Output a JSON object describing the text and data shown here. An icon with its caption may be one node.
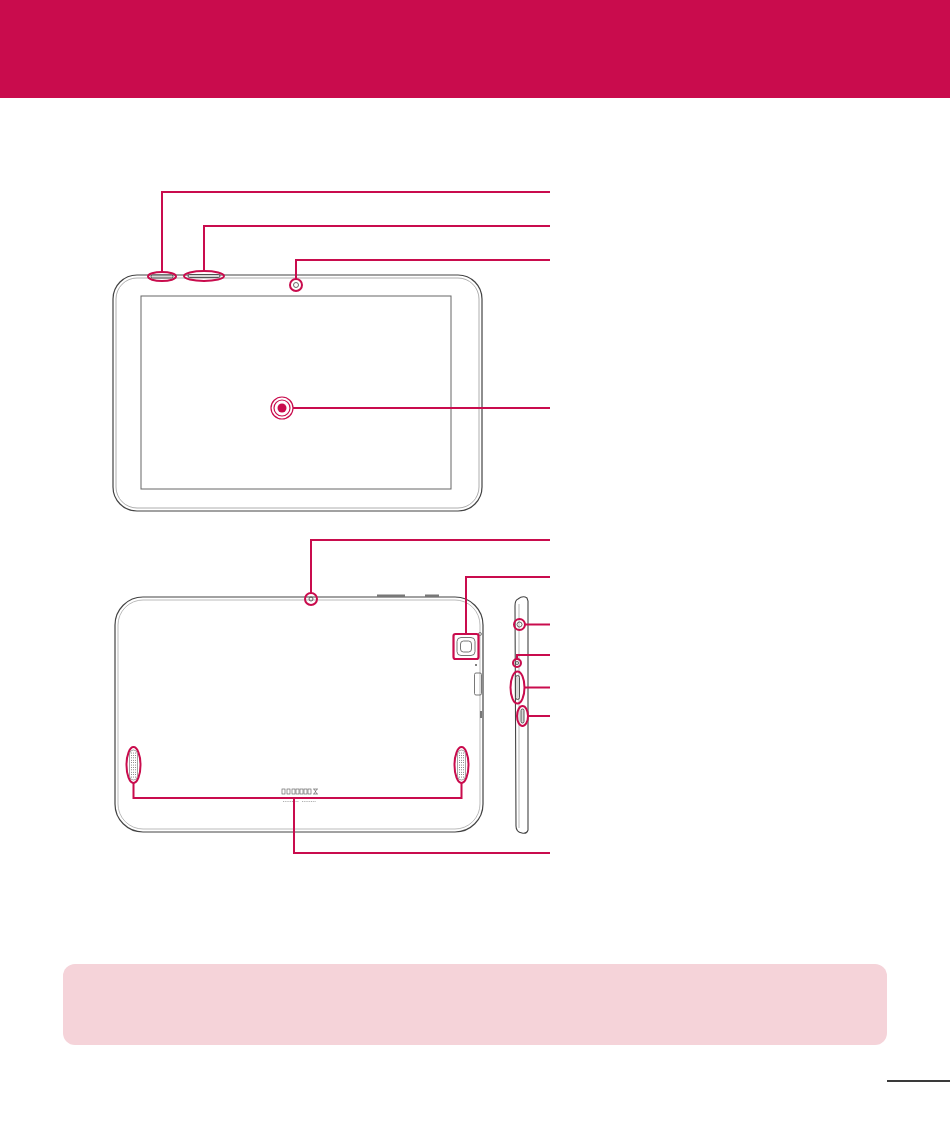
{
  "diagram": {
    "nodes": [
      {
        "text": [],
        "shape": "bar"
      },
      {
        "text": [],
        "shape": "bar"
      },
      {
        "text": [],
        "shape": "circle"
      },
      {
        "text": [],
        "shape": "circle"
      },
      {
        "text": [],
        "shape": "circle"
      },
      {
        "text": [],
        "shape": "box"
      },
      {
        "text": [],
        "shape": "circle"
      },
      {
        "text": [],
        "shape": "circle"
      },
      {
        "text": [],
        "shape": "bar"
      },
      {
        "text": [],
        "shape": "bar"
      },
      {
        "text": [],
        "shape": "bar"
      },
      {
        "text": [],
        "shape": "bar"
      }
    ],
    "edges": [
      {
        "from": null,
        "to": 0,
        "arrow": "none"
      },
      {
        "from": null,
        "to": 1,
        "arrow": "none"
      },
      {
        "from": null,
        "to": 2,
        "arrow": "none"
      },
      {
        "from": null,
        "to": 3,
        "arrow": "none"
      },
      {
        "from": null,
        "to": 4,
        "arrow": "none"
      },
      {
        "from": null,
        "to": 5,
        "arrow": "none"
      },
      {
        "from": null,
        "to": 6,
        "arrow": "none"
      },
      {
        "from": null,
        "to": 7,
        "arrow": "none"
      },
      {
        "from": null,
        "to": 8,
        "arrow": "none"
      },
      {
        "from": null,
        "to": 9,
        "arrow": "none"
      },
      {
        "from": null,
        "to": 10,
        "arrow": "none"
      },
      {
        "from": null,
        "to": 11,
        "arrow": "none"
      }
    ]
  }
}
